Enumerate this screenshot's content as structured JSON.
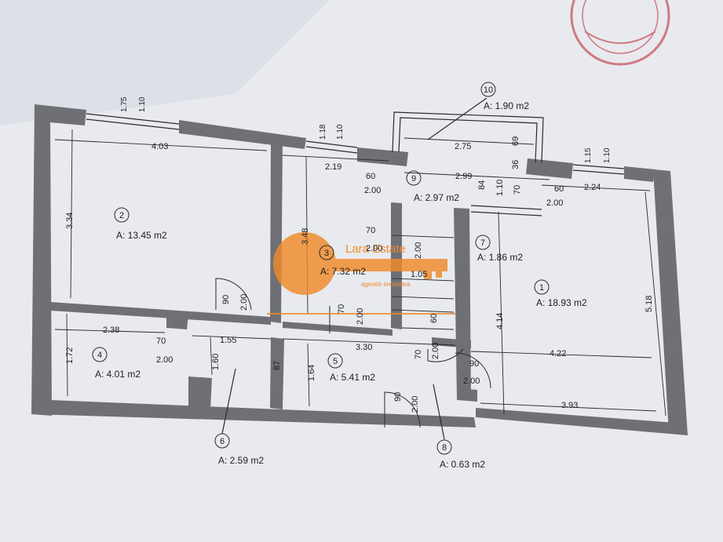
{
  "colors": {
    "paper": "#eceef3",
    "wall": "#6f7076",
    "line": "#2a2b30",
    "watermark": "#f08a2a",
    "stamp": "#c9545d"
  },
  "rooms": [
    {
      "id": "room-1",
      "number": "1",
      "area": "A: 18.93 m2"
    },
    {
      "id": "room-2",
      "number": "2",
      "area": "A: 13.45 m2"
    },
    {
      "id": "room-3",
      "number": "3",
      "area": "A: 7.32 m2"
    },
    {
      "id": "room-4",
      "number": "4",
      "area": "A: 4.01 m2"
    },
    {
      "id": "room-5",
      "number": "5",
      "area": "A: 5.41 m2"
    },
    {
      "id": "room-6",
      "number": "6",
      "area": "A: 2.59 m2"
    },
    {
      "id": "room-7",
      "number": "7",
      "area": "A: 1.86 m2"
    },
    {
      "id": "room-8",
      "number": "8",
      "area": "A: 0.63 m2"
    },
    {
      "id": "room-9",
      "number": "9",
      "area": "A: 2.97 m2"
    },
    {
      "id": "room-10",
      "number": "10",
      "area": "A: 1.90 m2"
    }
  ],
  "dimensions": [
    "4.03",
    "3.34",
    "2.19",
    "3.48",
    "2.75",
    "2.99",
    "2.24",
    "5.18",
    "2.38",
    "1.72",
    "1.55",
    "1.60",
    "1.64",
    "3.30",
    "4.22",
    "4.14",
    "3.93",
    "1.05",
    "70",
    "2.00",
    "60",
    "2.00",
    "60",
    "2.00",
    "70",
    "2.00",
    "87",
    "90",
    "2.00",
    "90",
    "2.00",
    "70",
    "2.00",
    "60",
    "2.00",
    "70",
    "2.00",
    "90",
    "2.00",
    "84",
    "1.10",
    "70",
    "36",
    "69"
  ],
  "openings": [
    {
      "top": "1.75",
      "bottom": "1.10"
    },
    {
      "top": "1.18",
      "bottom": "1.10"
    },
    {
      "top": "1.15",
      "bottom": "1.10"
    }
  ],
  "watermark": {
    "brand": "Lara Estate",
    "sub": "agentie imobiliara"
  }
}
